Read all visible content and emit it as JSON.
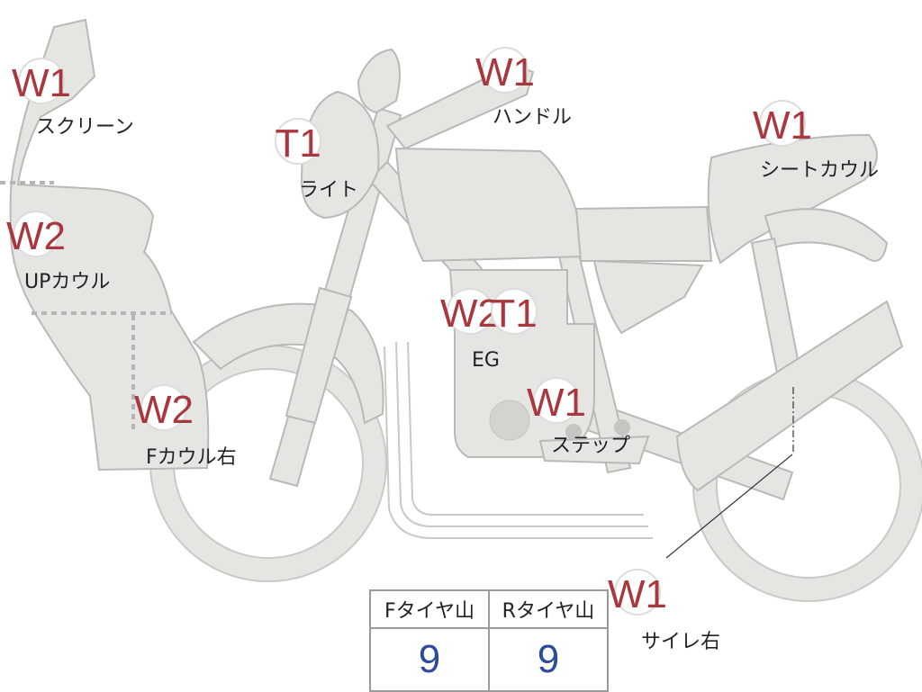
{
  "colors": {
    "body": "#e5e5e2",
    "badge_text": "#a8373e",
    "value_text": "#2c4b9a"
  },
  "parts": [
    {
      "key": "screen",
      "label": "スクリーン",
      "code": "W1"
    },
    {
      "key": "upcowl",
      "label": "UPカウル",
      "code": "W2"
    },
    {
      "key": "fcowl_right",
      "label": "Fカウル右",
      "code": "W2"
    },
    {
      "key": "light",
      "label": "ライト",
      "code": "T1"
    },
    {
      "key": "handle",
      "label": "ハンドル",
      "code": "W1"
    },
    {
      "key": "seatcowl",
      "label": "シートカウル",
      "code": "W1"
    },
    {
      "key": "engine",
      "label": "EG",
      "codes": [
        "W2",
        "T1"
      ]
    },
    {
      "key": "step",
      "label": "ステップ",
      "code": "W1"
    },
    {
      "key": "muffler_right",
      "label": "サイレ右",
      "code": "W1"
    }
  ],
  "tires": {
    "front": {
      "label": "Fタイヤ山",
      "value": "9"
    },
    "rear": {
      "label": "Rタイヤ山",
      "value": "9"
    }
  }
}
